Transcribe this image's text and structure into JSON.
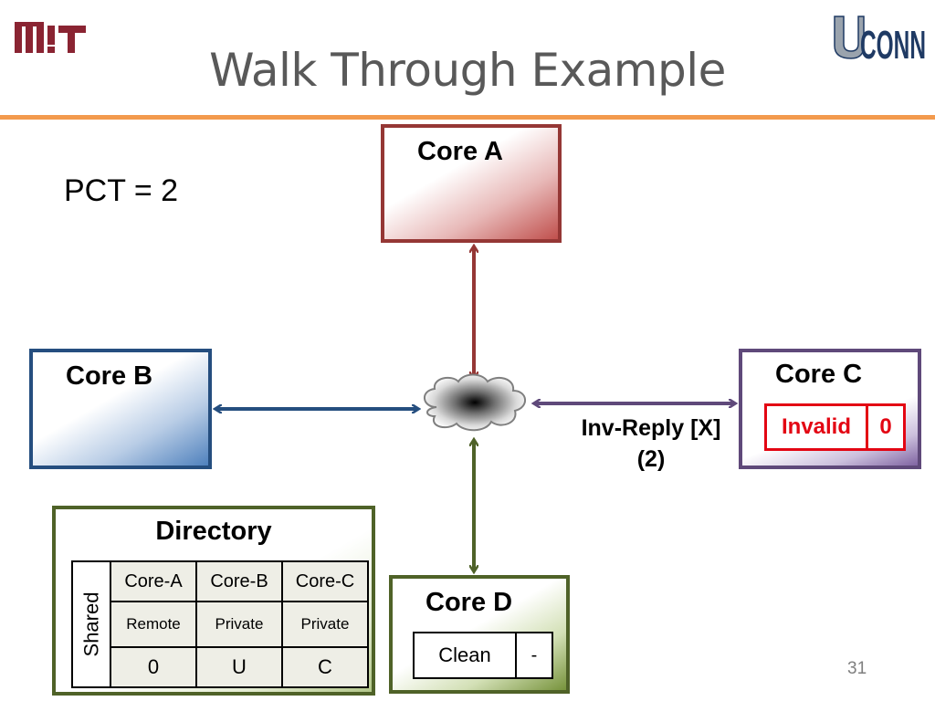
{
  "slide": {
    "title": "Walk Through Example",
    "pct": "PCT = 2",
    "page_number": "31"
  },
  "logos": {
    "left": "MIT",
    "right": "UCONN"
  },
  "cores": {
    "a": {
      "label": "Core A"
    },
    "b": {
      "label": "Core B"
    },
    "c": {
      "label": "Core C",
      "state": "Invalid",
      "count": "0"
    },
    "d": {
      "label": "Core D",
      "state": "Clean",
      "count": "-"
    }
  },
  "message": {
    "line1": "Inv-Reply [X]",
    "line2": "(2)"
  },
  "directory": {
    "title": "Directory",
    "state": "Shared",
    "headers": [
      "Core-A",
      "Core-B",
      "Core-C"
    ],
    "modes": [
      "Remote",
      "Private",
      "Private"
    ],
    "values": [
      "0",
      "U",
      "C"
    ]
  },
  "colors": {
    "accent_rule": "#f39a4d",
    "core_a": "#953735",
    "core_b": "#254e7f",
    "core_c": "#5f497a",
    "core_d": "#4f6228",
    "invalid": "#e30613"
  }
}
